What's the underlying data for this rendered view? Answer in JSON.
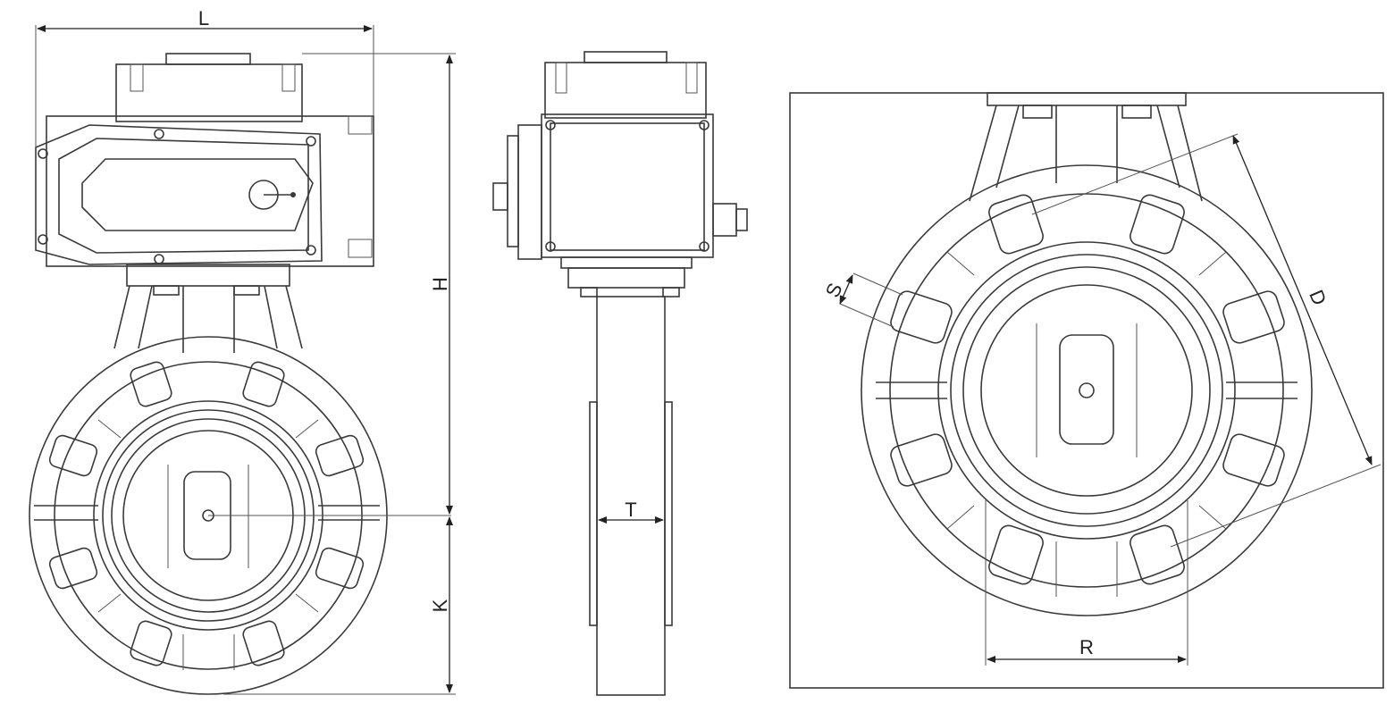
{
  "labels": {
    "L": "L",
    "H": "H",
    "K": "K",
    "T": "T",
    "S": "S",
    "D": "D",
    "R": "R"
  },
  "colors": {
    "line": "#3a3a3a",
    "dimension": "#222222",
    "background": "#ffffff"
  }
}
